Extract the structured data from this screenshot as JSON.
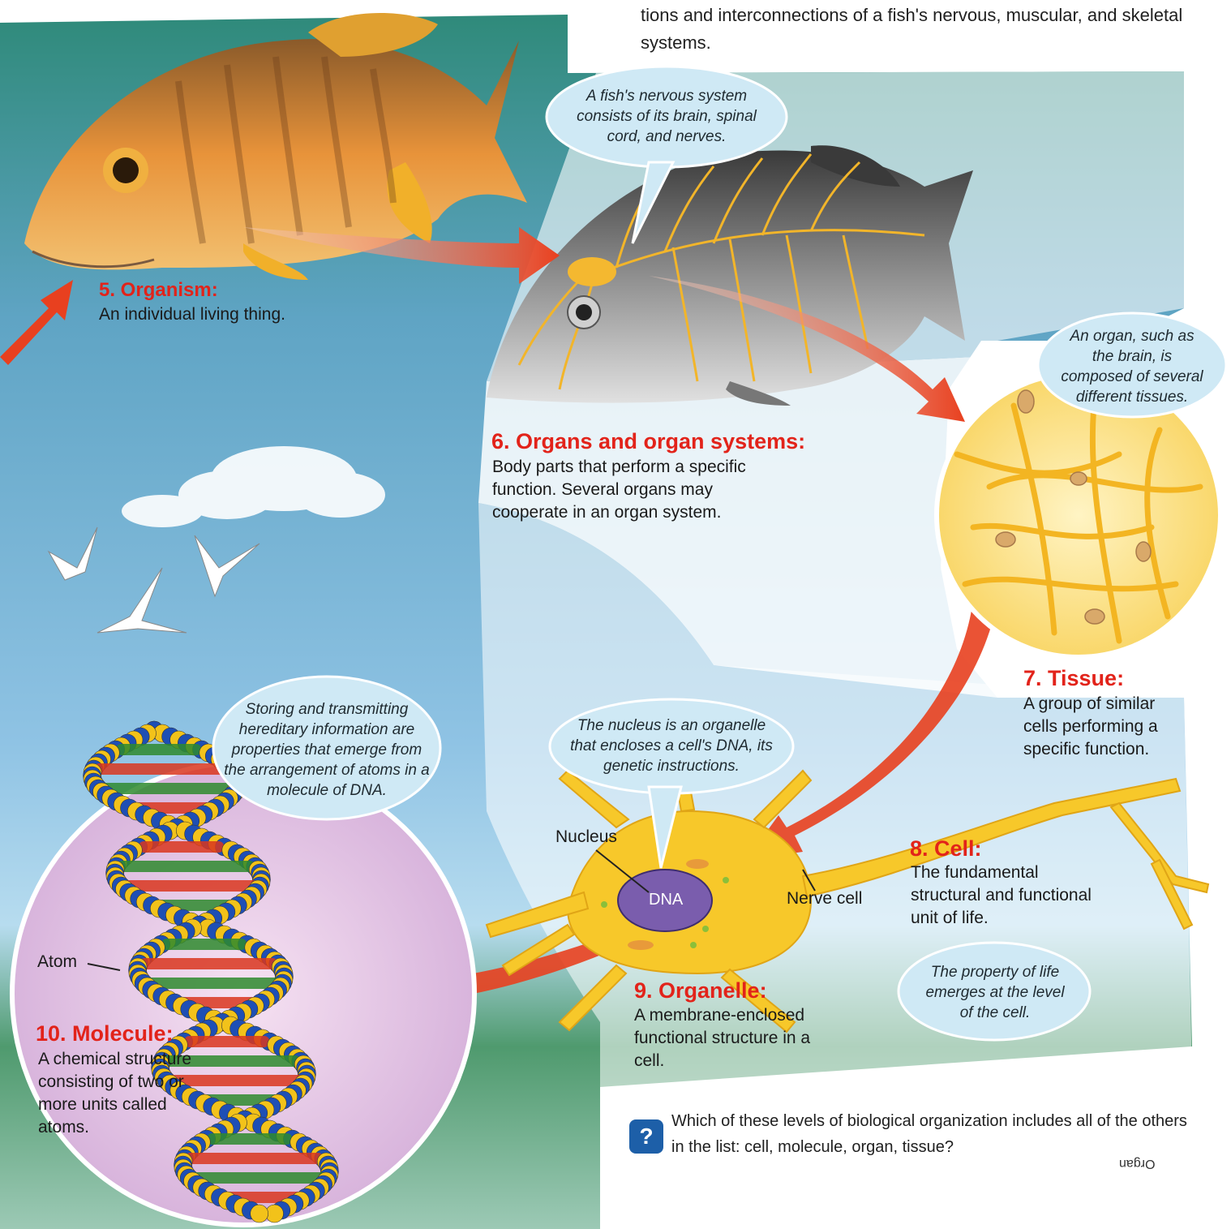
{
  "intro_text": "tions and interconnections of a fish's nervous, muscular, and skeletal systems.",
  "levels": {
    "organism": {
      "title": "5. Organism:",
      "desc": "An individual living thing."
    },
    "organs": {
      "title": "6. Organs and organ systems:",
      "desc": "Body parts that perform a specific function. Several organs may cooperate in an organ system."
    },
    "tissue": {
      "title": "7. Tissue:",
      "desc": "A group of similar cells performing a specific function."
    },
    "cell": {
      "title": "8. Cell:",
      "desc": "The fundamental structural and functional unit of life."
    },
    "organelle": {
      "title": "9. Organelle:",
      "desc": "A membrane-enclosed functional structure in a cell."
    },
    "molecule": {
      "title": "10. Molecule:",
      "desc": "A chemical structure consisting of two or more units called atoms."
    }
  },
  "bubbles": {
    "nervous": "A fish's nervous system consists of its brain, spinal cord, and nerves.",
    "organ": "An organ, such as the brain, is composed of several different tissues.",
    "nucleus": "The nucleus is an organelle that encloses a cell's DNA, its genetic instructions.",
    "dna": "Storing and transmitting hereditary information are properties that emerge from the arrangement of atoms in a molecule of DNA.",
    "cell_life": "The property of life emerges at the level of the cell."
  },
  "labels": {
    "nucleus": "Nucleus",
    "dna": "DNA",
    "nerve_cell": "Nerve cell",
    "atom": "Atom"
  },
  "question": {
    "icon": "?",
    "text": "Which of these levels of biological organization includes all of the others in the list: cell, molecule, organ, tissue?",
    "answer": "Organ"
  },
  "colors": {
    "heading": "#e2231a",
    "arrow": "#e8401f",
    "bubble": "#cfe9f5",
    "neuron": "#f7c82a",
    "question_box": "#1d5fa8"
  }
}
